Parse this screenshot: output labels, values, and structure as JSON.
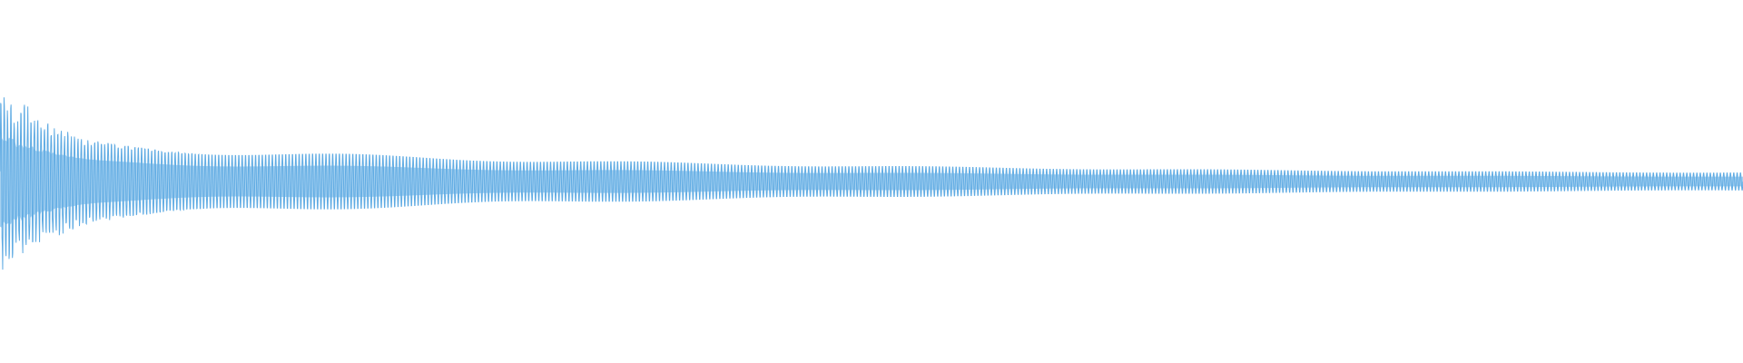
{
  "waveform": {
    "color": "#5fabe3",
    "background": "#ffffff",
    "envelope": {
      "type": "decaying-oscillation",
      "initial_peak": 0.48,
      "sustain_start": 0.22,
      "sustain_end": 0.035,
      "transient_fraction": 0.06
    },
    "cycles": 520
  }
}
